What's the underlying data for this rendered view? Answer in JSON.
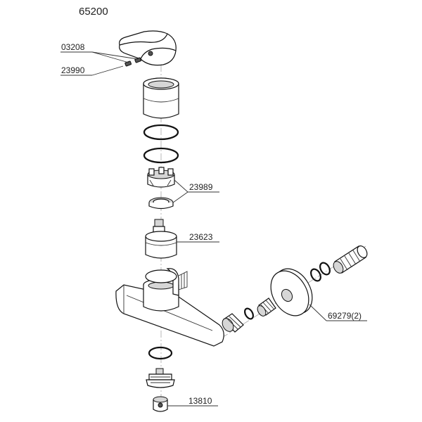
{
  "diagram": {
    "model_number": "65200",
    "labels": {
      "p03208": "03208",
      "p23990": "23990",
      "p23989": "23989",
      "p23623": "23623",
      "p69279": "69279(2)",
      "p13810": "13810"
    }
  }
}
